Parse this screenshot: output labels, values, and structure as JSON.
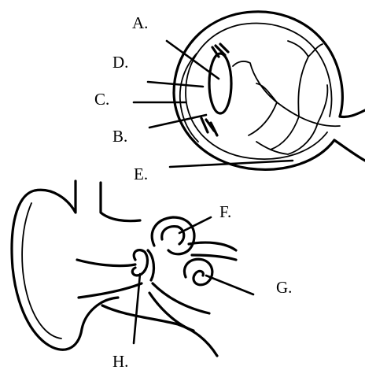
{
  "labels": {
    "a": "A.",
    "b": "B.",
    "c": "C.",
    "d": "D.",
    "e": "E.",
    "f": "F.",
    "g": "G.",
    "h": "H."
  },
  "colors": {
    "ink": "#000000",
    "background": "#ffffff"
  }
}
